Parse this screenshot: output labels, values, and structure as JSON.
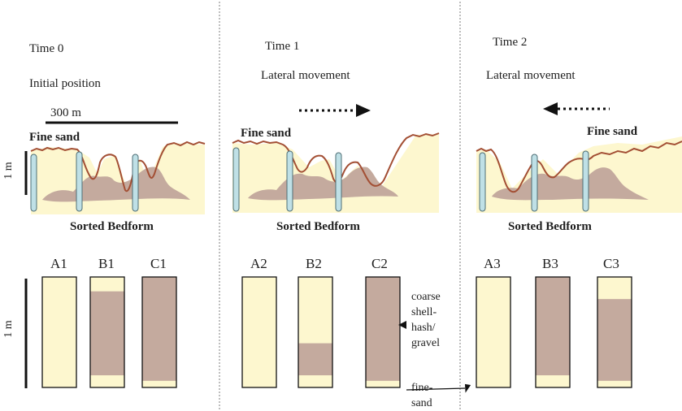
{
  "panels": [
    {
      "time": "Time 0",
      "subtitle": "Initial position",
      "scale_label": "300 m",
      "fine_sand_label": "Fine sand",
      "bedform_label": "Sorted Bedform",
      "direction": "none",
      "cores": [
        {
          "name": "A1",
          "coarse_from": 0.0,
          "coarse_to": 0.0
        },
        {
          "name": "B1",
          "coarse_from": 0.13,
          "coarse_to": 0.89
        },
        {
          "name": "C1",
          "coarse_from": 0.0,
          "coarse_to": 0.94
        }
      ]
    },
    {
      "time": "Time 1",
      "subtitle": "Lateral movement",
      "fine_sand_label": "Fine sand",
      "bedform_label": "Sorted Bedform",
      "direction": "right",
      "cores": [
        {
          "name": "A2",
          "coarse_from": 0.0,
          "coarse_to": 0.0
        },
        {
          "name": "B2",
          "coarse_from": 0.6,
          "coarse_to": 0.89
        },
        {
          "name": "C2",
          "coarse_from": 0.0,
          "coarse_to": 0.94
        }
      ]
    },
    {
      "time": "Time 2",
      "subtitle": "Lateral movement",
      "fine_sand_label": "Fine sand",
      "bedform_label": "Sorted Bedform",
      "direction": "left",
      "cores": [
        {
          "name": "A3",
          "coarse_from": 0.0,
          "coarse_to": 0.0
        },
        {
          "name": "B3",
          "coarse_from": 0.0,
          "coarse_to": 0.89
        },
        {
          "name": "C3",
          "coarse_from": 0.2,
          "coarse_to": 0.94
        }
      ]
    }
  ],
  "depth_scale_label": "1 m",
  "legend": {
    "coarse": "coarse shell-hash/ gravel",
    "fine": "fine-sand"
  },
  "colors": {
    "fine_sand": "#fdf7cf",
    "coarse": "#c4aa9e",
    "surface_line": "#a34f34",
    "core_tube": "#bfe0e6",
    "divider": "#9a9a9a"
  }
}
